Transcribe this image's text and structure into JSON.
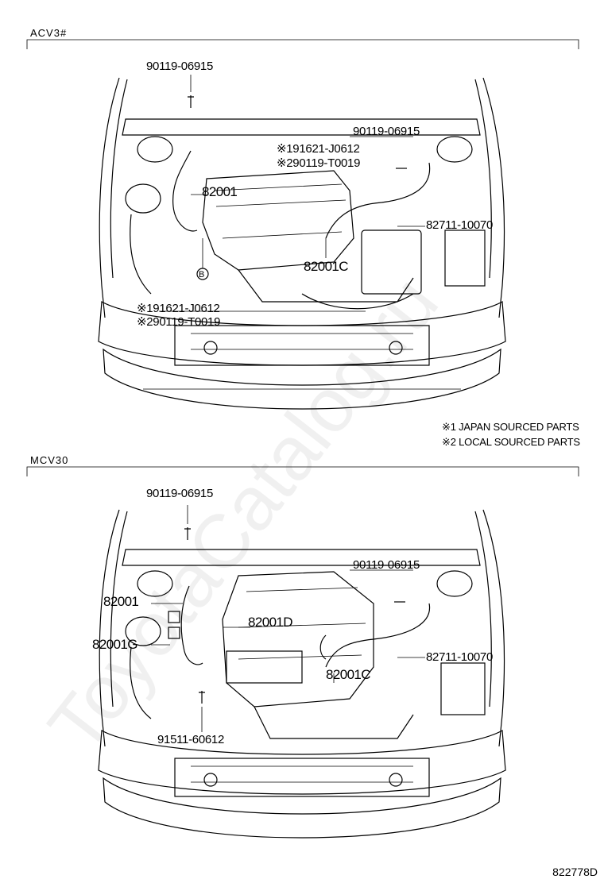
{
  "sections": {
    "top": "ACV3#",
    "bottom": "MCV30"
  },
  "top_labels": {
    "bolt_a": "90119-06915",
    "bolt_b": "90119-06915",
    "j1": "※191621-J0612",
    "t1": "※290119-T0019",
    "wire_a": "82001",
    "wire_c": "82001C",
    "clamp": "82711-10070",
    "j2": "※191621-J0612",
    "t2": "※290119-T0019",
    "circle_b": "B"
  },
  "notes": {
    "n1": "※1  JAPAN  SOURCED  PARTS",
    "n2": "※2  LOCAL  SOURCED  PARTS"
  },
  "bottom_labels": {
    "bolt_a": "90119-06915",
    "bolt_b": "90119-06915",
    "wire_a": "82001",
    "wire_g": "82001G",
    "wire_d": "82001D",
    "wire_c": "82001C",
    "clamp": "82711-10070",
    "bolt_c": "91511-60612"
  },
  "ref": "822778D",
  "watermark": "ToyotaCatalog.ru"
}
